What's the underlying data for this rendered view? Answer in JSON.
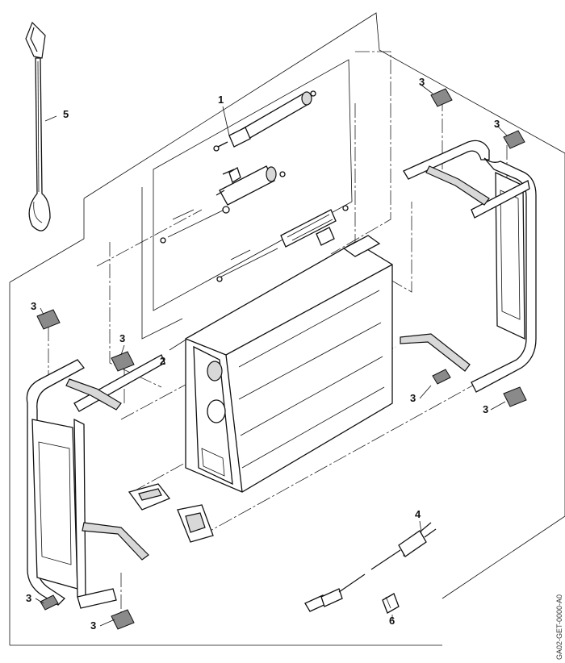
{
  "callouts": {
    "c1": "1",
    "c2": "2",
    "c3": "3",
    "c4": "4",
    "c5": "5",
    "c6": "6"
  },
  "document_code": "GA02-GET-0000-A0"
}
